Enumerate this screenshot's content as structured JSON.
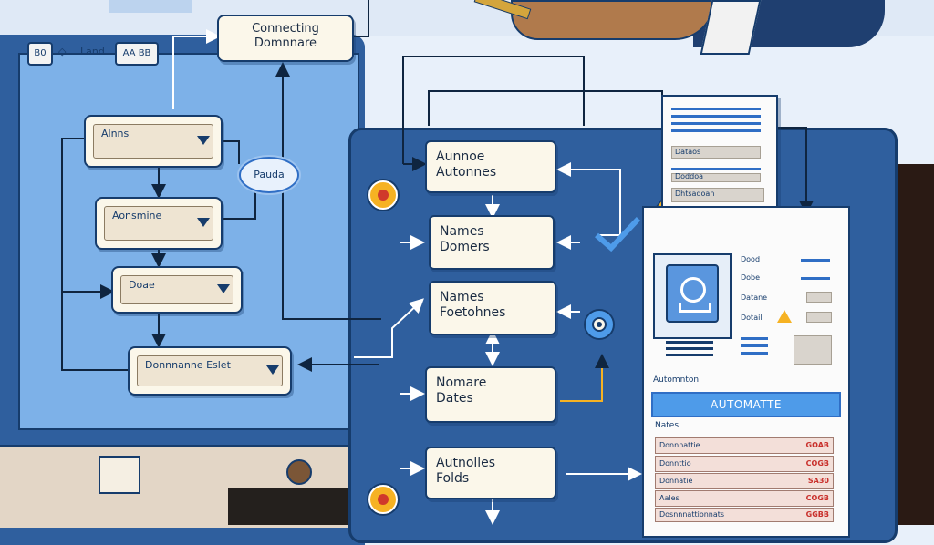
{
  "browser": {
    "tab_a": "B0",
    "tab_sep": "◇",
    "tab_b": "Land",
    "tab_c": "AA BB"
  },
  "top_box": {
    "line1": "Connecting",
    "line2": "Domnnare"
  },
  "left_flow": {
    "items": [
      "Alnns",
      "Aonsmine",
      "Doae",
      "Donnnanne Eslet"
    ],
    "oval": "Pauda"
  },
  "center_flow": [
    {
      "line1": "Aunnoe",
      "line2": "Autonnes"
    },
    {
      "line1": "Names",
      "line2": "Domers"
    },
    {
      "line1": "Names",
      "line2": "Foetohnes"
    },
    {
      "line1": "Nomare",
      "line2": "Dates"
    },
    {
      "line1": "Autnolles",
      "line2": "Folds"
    }
  ],
  "panel_top": {
    "field1": "Dataos",
    "field2": "Doddoa",
    "field3": "Dhtsadoan"
  },
  "panel_main": {
    "side_labels": [
      "Dood",
      "Dobe",
      "Datane",
      "Dotail"
    ],
    "section_title": "Automnton",
    "action_button": "AUTOMATTE",
    "notes_title": "Nates",
    "rows": [
      {
        "label": "Donnnattie",
        "value": "GOAB"
      },
      {
        "label": "Donnttio",
        "value": "COGB"
      },
      {
        "label": "Donnatie",
        "value": "SA30"
      },
      {
        "label": "Aales",
        "value": "COGB"
      },
      {
        "label": "Dosnnnattionnats",
        "value": "GGBB"
      }
    ]
  },
  "colors": {
    "frame_blue": "#2f5f9e",
    "screen_blue": "#7db1e8",
    "box_cream": "#fbf7ea",
    "accent_blue": "#4e9be9",
    "badge_orange": "#f6b223",
    "value_red": "#c9302c"
  },
  "icons": [
    "gear-icon",
    "warning-icon",
    "check-icon",
    "avatar-icon",
    "bell-icon"
  ]
}
